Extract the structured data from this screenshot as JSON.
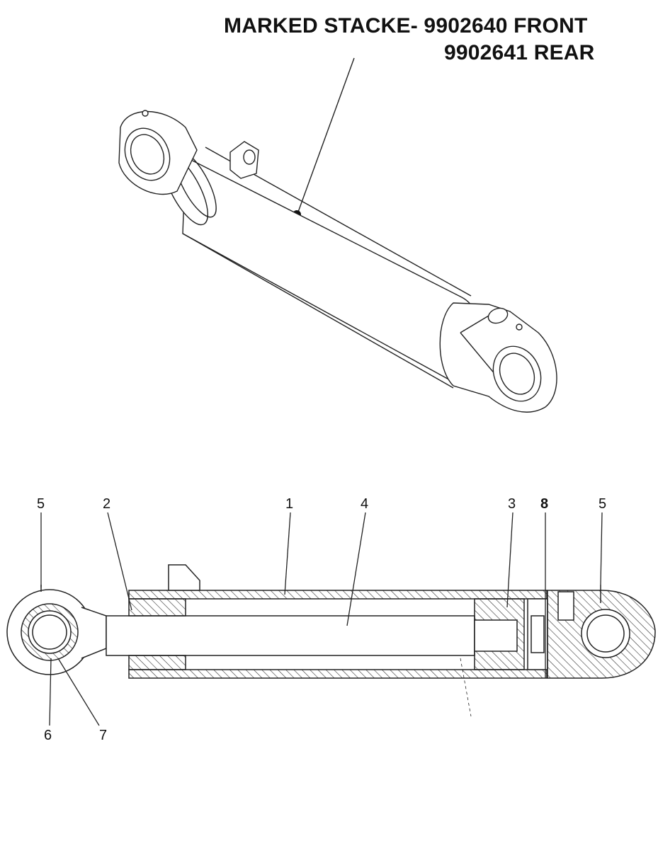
{
  "title": {
    "line1": "MARKED STACKE- 9902640 FRONT",
    "line2": "9902641 REAR"
  },
  "callouts": [
    {
      "id": "5-left",
      "label": "5"
    },
    {
      "id": "2",
      "label": "2"
    },
    {
      "id": "1",
      "label": "1"
    },
    {
      "id": "4",
      "label": "4"
    },
    {
      "id": "3",
      "label": "3"
    },
    {
      "id": "8",
      "label": "8"
    },
    {
      "id": "5-right",
      "label": "5"
    },
    {
      "id": "6",
      "label": "6"
    },
    {
      "id": "7",
      "label": "7"
    }
  ],
  "colors": {
    "line": "#222222",
    "background": "#ffffff"
  }
}
